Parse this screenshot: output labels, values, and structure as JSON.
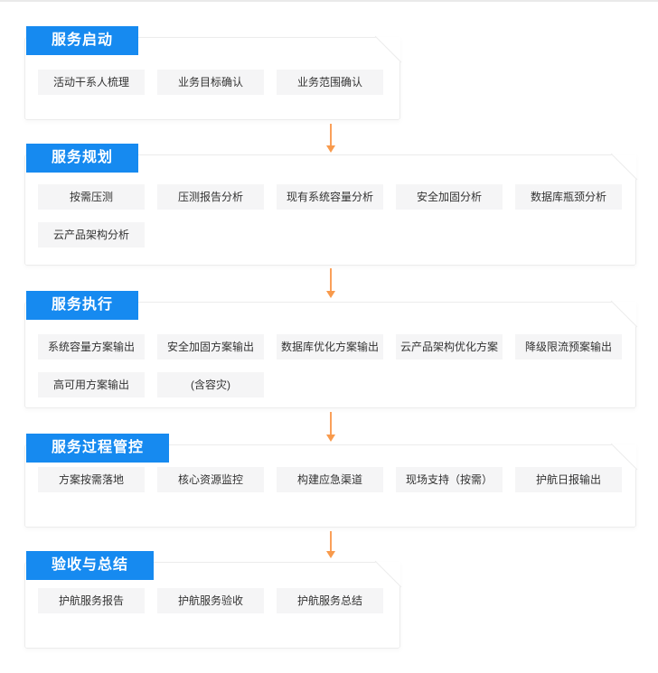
{
  "colors": {
    "accent_blue": "#168af0",
    "arrow_orange": "#faa05a",
    "arrow_head": "#f89a4c",
    "item_bg": "#f5f5f6",
    "item_text": "#333333",
    "card_border": "#ececec"
  },
  "icons": {
    "flow_arrow": "arrow-down"
  },
  "stages": [
    {
      "label": "服务启动",
      "items": [
        "活动干系人梳理",
        "业务目标确认",
        "业务范围确认"
      ]
    },
    {
      "label": "服务规划",
      "items": [
        "按需压测",
        "压测报告分析",
        "现有系统容量分析",
        "安全加固分析",
        "数据库瓶颈分析",
        "云产品架构分析"
      ]
    },
    {
      "label": "服务执行",
      "items": [
        "系统容量方案输出",
        "安全加固方案输出",
        "数据库优化方案输出",
        "云产品架构优化方案",
        "降级限流预案输出",
        "高可用方案输出",
        "(含容灾)"
      ]
    },
    {
      "label": "服务过程管控",
      "items": [
        "方案按需落地",
        "核心资源监控",
        "构建应急渠道",
        "现场支持（按需）",
        "护航日报输出"
      ]
    },
    {
      "label": "验收与总结",
      "items": [
        "护航服务报告",
        "护航服务验收",
        "护航服务总结"
      ]
    }
  ]
}
